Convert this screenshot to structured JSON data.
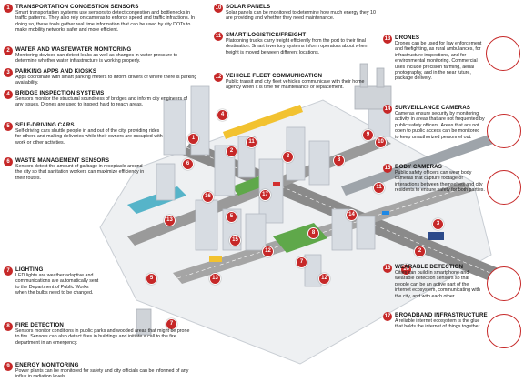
{
  "items": [
    {
      "n": "1",
      "title": "TRANSPORTATION CONGESTION SENSORS",
      "desc": "Smart transportation systems use sensors to detect congestion and bottlenecks in traffic patterns. They also rely on cameras to enforce speed and traffic infractions. In doing so, these tools gather real time information that can be used by city DOTs to make mobility networks safer and more efficient."
    },
    {
      "n": "2",
      "title": "WATER AND WASTEWATER MONITORING",
      "desc": "Monitoring devices can detect leaks as well as changes in water pressure to determine whether water infrastructure is working properly."
    },
    {
      "n": "3",
      "title": "PARKING APPS AND KIOSKS",
      "desc": "Apps coordinate with smart parking meters to inform drivers of where there is parking availability."
    },
    {
      "n": "4",
      "title": "BRIDGE INSPECTION SYSTEMS",
      "desc": "Sensors monitor the structural soundness of bridges and inform city engineers of any issues. Drones are used to inspect hard to reach areas."
    },
    {
      "n": "5",
      "title": "SELF-DRIVING CARS",
      "desc": "Self-driving cars shuttle people in and out of the city, providing rides for others and making deliveries while their owners are occupied with work or other activities."
    },
    {
      "n": "6",
      "title": "WASTE MANAGEMENT SENSORS",
      "desc": "Sensors detect the amount of garbage in receptacle around the city so that sanitation workers can maximize efficiency in their routes."
    },
    {
      "n": "7",
      "title": "LIGHTING",
      "desc": "LED lights are weather adaptive and communications are automatically sent to the Department of Public Works when the bulbs need to be changed."
    },
    {
      "n": "8",
      "title": "FIRE DETECTION",
      "desc": "Sensors monitor conditions in public parks and wooded areas that might be prone to fire. Sensors can also detect fires in buildings and initiate a call to the fire department in an emergency."
    },
    {
      "n": "9",
      "title": "ENERGY MONITORING",
      "desc": "Power plants can be monitored for safety and city officials can be informed of any influx in radiation levels."
    },
    {
      "n": "10",
      "title": "SOLAR PANELS",
      "desc": "Solar panels can be monitored to determine how much energy they 10 are providing and whether they need maintenance."
    },
    {
      "n": "11",
      "title": "SMART LOGISTICS/FREIGHT",
      "desc": "Platooning trucks carry freight efficiently from the port to their final destination. Smart inventory systems inform operators about when freight is moved between different locations."
    },
    {
      "n": "12",
      "title": "VEHICLE FLEET COMMUNICATION",
      "desc": "Public transit and city fleet vehicles communicate with their home agency when it is time for maintenance or replacement."
    },
    {
      "n": "13",
      "title": "DRONES",
      "desc": "Drones can be used for law enforcement and firefighting, as rural ambulances, for infrastructure inspections, and for environmental monitoring. Commercial uses include precision farming, aerial photography, and in the near future, package delivery."
    },
    {
      "n": "14",
      "title": "SURVEILLANCE CAMERAS",
      "desc": "Cameras ensure security by monitoring activity in areas that are not frequented by public safety officers. Areas that are not open to public access can be monitored to keep unauthorized personnel out."
    },
    {
      "n": "15",
      "title": "BODY CAMERAS",
      "desc": "Public safety officers can wear body cameras that capture footage of interactions between themselves and city residents to ensure safety for both parties."
    },
    {
      "n": "16",
      "title": "WEARABLE DETECTION",
      "desc": "Cities can build in smartphone and wearable detection sensors so that people can be an active part of the internet ecosystem, communicating with the city, and with each other."
    },
    {
      "n": "17",
      "title": "BROADBAND INFRASTRUCTURE",
      "desc": "A reliable internet ecosystem is the glue that holds the internet of things together."
    }
  ],
  "map_pins": [
    "1",
    "2",
    "3",
    "4",
    "5",
    "6",
    "7",
    "8",
    "9",
    "10",
    "11",
    "12",
    "13",
    "14",
    "15",
    "16",
    "17",
    "2",
    "3",
    "5",
    "7",
    "8",
    "11",
    "12",
    "13",
    "16"
  ],
  "colors": {
    "accent": "#c62828",
    "road": "#8a8a8a",
    "building": "#d7dce2",
    "ground": "#eef0f2",
    "green": "#5fa84a",
    "yellow": "#f2c230"
  }
}
